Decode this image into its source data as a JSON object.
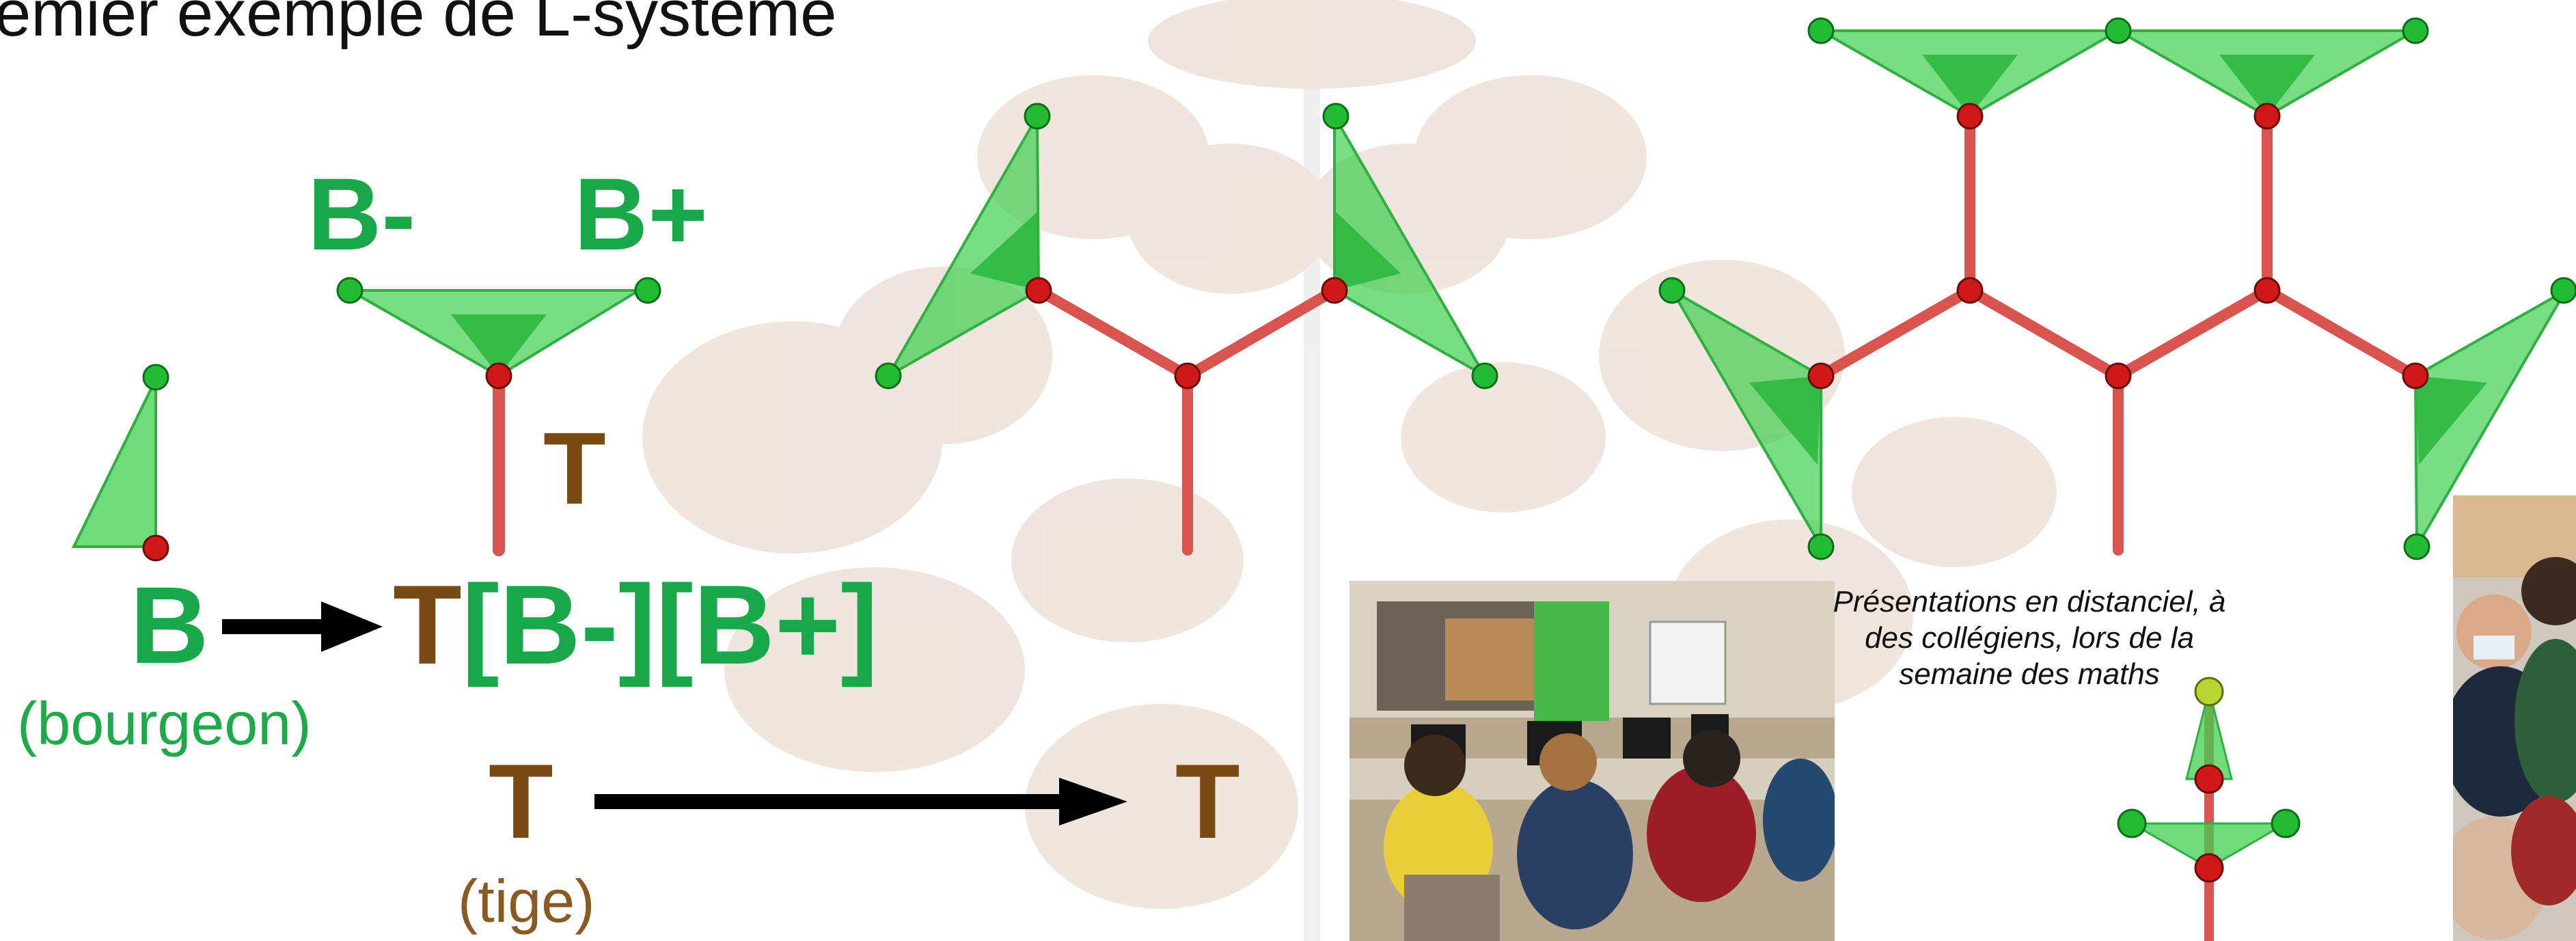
{
  "title": "emier exemple de L-système",
  "rule1": {
    "lhs": "B",
    "lhs_caption": "(bourgeon)",
    "rhs_stem": "T",
    "rhs_branches": "[B-][B+]"
  },
  "rule2": {
    "lhs": "T",
    "lhs_caption": "(tige)",
    "rhs": "T"
  },
  "labels": {
    "b_minus": "B-",
    "b_plus": "B+",
    "t_label": "T"
  },
  "caption": "Présentations en distanciel, à des collégiens, lors de la semaine des maths",
  "colors": {
    "green": "#18a84a",
    "brown": "#7a4a14",
    "stem_red": "#d9534f",
    "leaf_green": "#3fcf4f"
  }
}
